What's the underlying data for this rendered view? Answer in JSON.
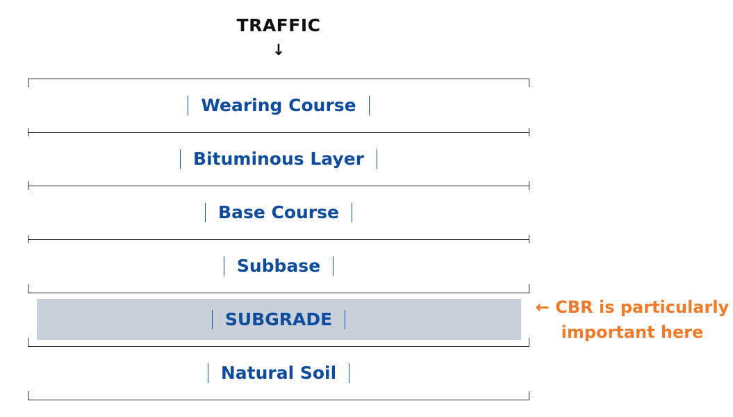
{
  "traffic": {
    "label": "TRAFFIC",
    "arrow": "↓"
  },
  "layers": [
    {
      "label": "Wearing Course"
    },
    {
      "label": "Bituminous Layer"
    },
    {
      "label": "Base Course"
    },
    {
      "label": "Subbase"
    },
    {
      "label": "SUBGRADE",
      "highlighted": true
    },
    {
      "label": "Natural Soil"
    }
  ],
  "annotation": {
    "line1": "← CBR is particularly",
    "line2": "important here"
  },
  "colors": {
    "layer_text": "#0f4c9e",
    "annotation_text": "#f07a2a",
    "highlight_fill": "#c8d0d9",
    "line": "#2a2a2a"
  }
}
